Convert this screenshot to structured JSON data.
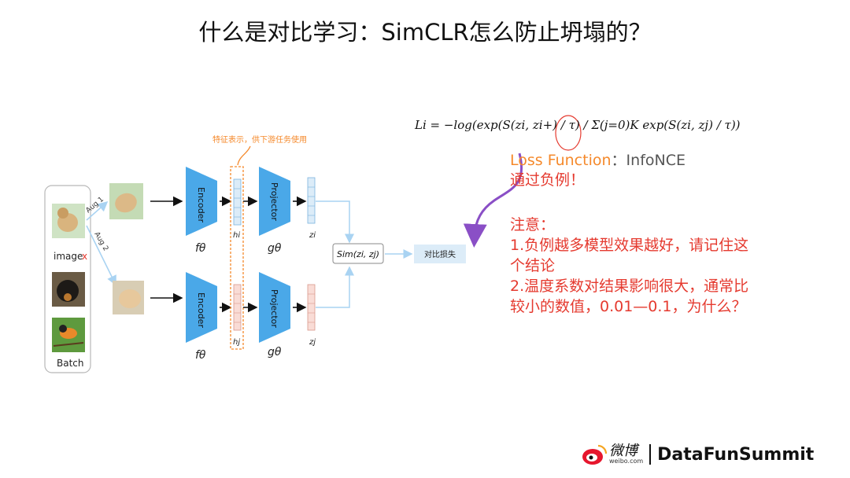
{
  "slide": {
    "title": "什么是对比学习：SimCLR怎么防止坍塌的？"
  },
  "diagram": {
    "batch_label": "Batch",
    "image_label": "image",
    "image_mark": "x",
    "aug1": "Aug 1",
    "aug2": "Aug 2",
    "encoder": "Encoder",
    "projector": "Projector",
    "f_theta": "fθ",
    "g_theta": "gθ",
    "h_i": "hi",
    "h_j": "hj",
    "z_i": "zi",
    "z_j": "zj",
    "sim": "Sim(zi, zj)",
    "contrast_loss": "对比损失",
    "feature_note": "特征表示，供下游任务使用"
  },
  "formula": {
    "text": "Li = −log(exp(S(zi, zi+) / τ) / Σ(j=0)K exp(S(zi, zj) / τ))"
  },
  "loss": {
    "label": "Loss Function",
    "sep": "：",
    "value": "InfoNCE",
    "line2": "通过负例！"
  },
  "notes": {
    "heading": "注意：",
    "line1": "1.负例越多模型效果越好，请记住这",
    "line1b": "个结论",
    "line2": "2.温度系数对结果影响很大，通常比",
    "line2b": "较小的数值，0.01—0.1，为什么？"
  },
  "footer": {
    "weibo": "微博",
    "weibo_url": "weibo.com",
    "brand": "DataFunSummit"
  },
  "colors": {
    "orange": "#f5892b",
    "red": "#e53a2f",
    "purple": "#8a4fc6",
    "trapezoid": "#4aa8e8",
    "arrow_light": "#a9d3f2"
  }
}
